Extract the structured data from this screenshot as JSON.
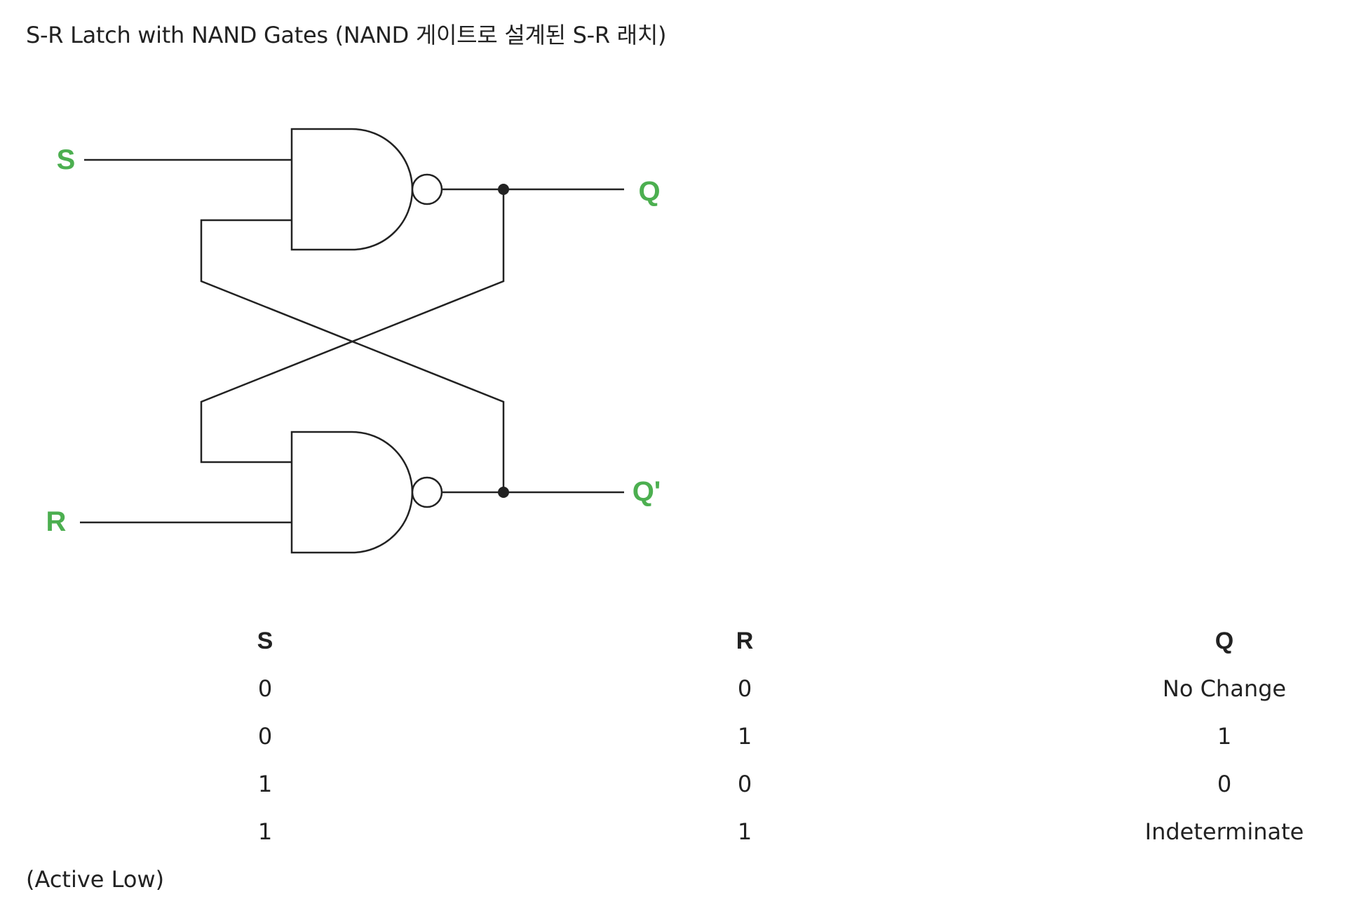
{
  "title": "S-R Latch with NAND Gates (NAND 게이트로 설계된 S-R 래치)",
  "diagram": {
    "labels": {
      "s": "S",
      "r": "R",
      "q": "Q",
      "q_not": "Q'"
    },
    "label_color": "#4caf50",
    "wire_color": "#222222"
  },
  "truth_table": {
    "headers": [
      "S",
      "R",
      "Q"
    ],
    "rows": [
      [
        "0",
        "0",
        "No Change"
      ],
      [
        "0",
        "1",
        "1"
      ],
      [
        "1",
        "0",
        "0"
      ],
      [
        "1",
        "1",
        "Indeterminate"
      ]
    ]
  },
  "footnote": "(Active Low)"
}
